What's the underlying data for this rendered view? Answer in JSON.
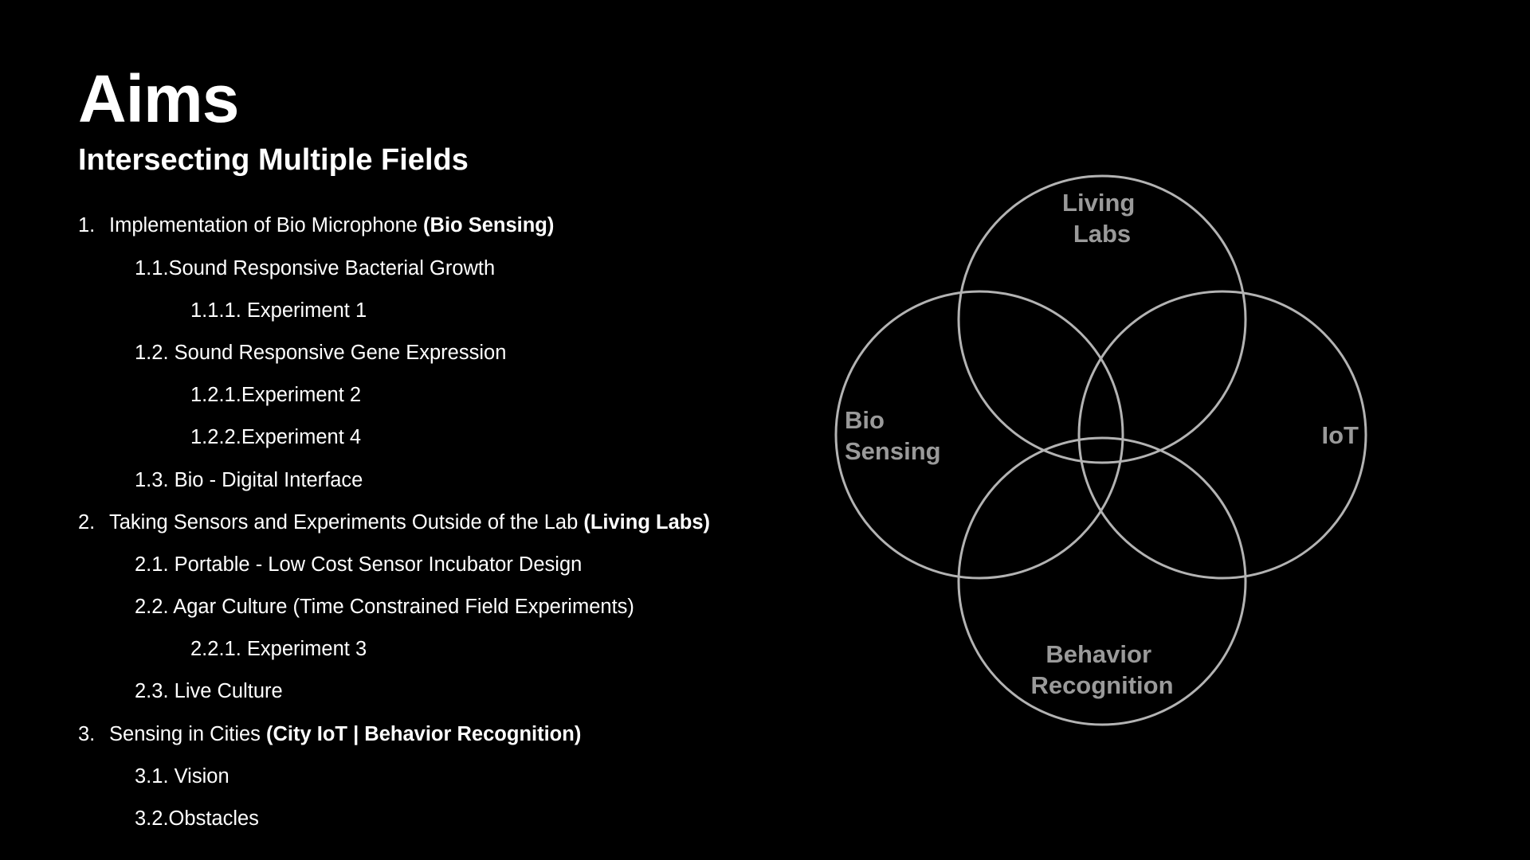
{
  "slide": {
    "title": "Aims",
    "subtitle": "Intersecting Multiple Fields"
  },
  "outline": [
    {
      "num": "1.",
      "text": "Implementation of Bio Microphone ",
      "emphasis": "(Bio Sensing)"
    },
    {
      "num": "1.1.",
      "text": "Sound Responsive Bacterial Growth",
      "emphasis": ""
    },
    {
      "num": "1.1.1.",
      "text": " Experiment 1",
      "emphasis": ""
    },
    {
      "num": "1.2.",
      "text": " Sound Responsive Gene Expression",
      "emphasis": ""
    },
    {
      "num": "1.2.1.",
      "text": "Experiment 2",
      "emphasis": ""
    },
    {
      "num": "1.2.2.",
      "text": "Experiment 4",
      "emphasis": ""
    },
    {
      "num": "1.3.",
      "text": " Bio - Digital Interface",
      "emphasis": ""
    },
    {
      "num": "2.",
      "text": "Taking Sensors and Experiments Outside of the Lab ",
      "emphasis": "(Living Labs)"
    },
    {
      "num": "2.1.",
      "text": " Portable - Low Cost Sensor Incubator Design",
      "emphasis": ""
    },
    {
      "num": "2.2.",
      "text": " Agar Culture (Time Constrained Field Experiments)",
      "emphasis": ""
    },
    {
      "num": "2.2.1.",
      "text": " Experiment 3",
      "emphasis": ""
    },
    {
      "num": "2.3.",
      "text": " Live Culture",
      "emphasis": ""
    },
    {
      "num": "3.",
      "text": "Sensing in Cities ",
      "emphasis": "(City IoT | Behavior Recognition)"
    },
    {
      "num": "3.1.",
      "text": " Vision",
      "emphasis": ""
    },
    {
      "num": "3.2.",
      "text": "Obstacles",
      "emphasis": ""
    }
  ],
  "venn": {
    "living_labs": [
      "Living",
      "Labs"
    ],
    "bio_sensing": [
      "Bio",
      "Sensing"
    ],
    "iot": [
      "IoT"
    ],
    "behavior_recognition": [
      "Behavior",
      "Recognition"
    ],
    "stroke_color": "#b3b3b3",
    "label_color": "#9a9a9a"
  }
}
